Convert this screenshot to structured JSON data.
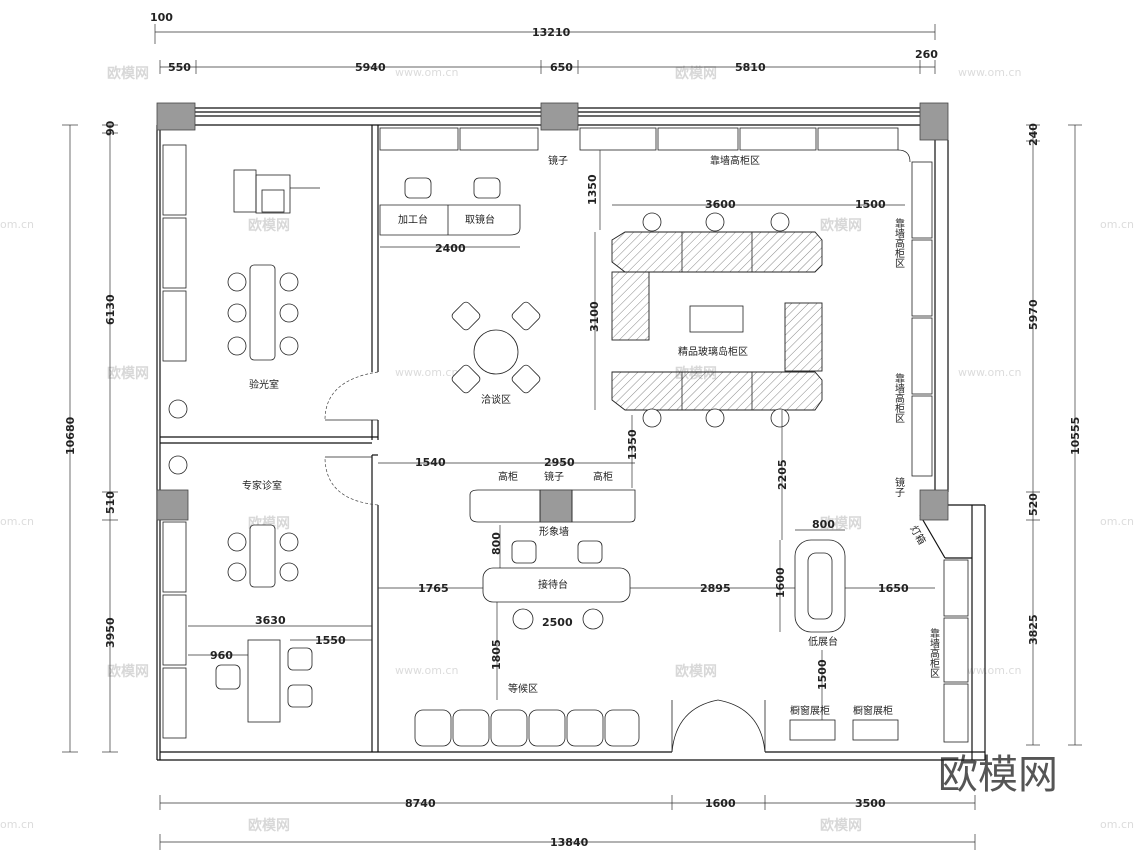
{
  "dimensions": {
    "top_total": "13210",
    "top_small_left": "100",
    "top_segments": [
      "550",
      "5940",
      "650",
      "5810"
    ],
    "top_right_small": "260",
    "bottom_segments": [
      "8740",
      "1600",
      "3500"
    ],
    "bottom_total": "13840",
    "left_total": "10680",
    "left_segments": [
      "90",
      "6130",
      "510",
      "3950"
    ],
    "right_total": "10555",
    "right_segments": [
      "240",
      "5970",
      "520",
      "3825"
    ],
    "inner": {
      "d2400": "2400",
      "d1350a": "1350",
      "d3600": "3600",
      "d1500a": "1500",
      "d3100": "3100",
      "d1540": "1540",
      "d2950": "2950",
      "d1350b": "1350",
      "d2205": "2205",
      "d800a": "800",
      "d800b": "800",
      "d1765": "1765",
      "d2895": "2895",
      "d1600": "1600",
      "d1650": "1650",
      "d2500": "2500",
      "d1805": "1805",
      "d1500b": "1500",
      "d3630": "3630",
      "d960": "960",
      "d1550": "1550"
    }
  },
  "labels": {
    "mirror_top": "镜子",
    "wall_cabinet_top": "靠墙高柜区",
    "processing_table": "加工台",
    "lens_table": "取镜台",
    "island_area": "精品玻璃岛柜区",
    "negotiation_area": "洽谈区",
    "optometry_room": "验光室",
    "expert_room": "专家诊室",
    "tall_cabinet_left": "高柜",
    "mirror_mid": "镜子",
    "tall_cabinet_right": "高柜",
    "image_wall": "形象墙",
    "reception_desk": "接待台",
    "low_display": "低展台",
    "waiting_area": "等候区",
    "window_cabinet_1": "橱窗展柜",
    "window_cabinet_2": "橱窗展柜",
    "wall_cabinet_right1": "靠墙高柜区",
    "wall_cabinet_right2": "靠墙高柜区",
    "mirror_right": "镜子",
    "lightbox": "灯箱",
    "wall_cabinet_right3": "靠墙高柜区"
  },
  "watermark": {
    "brand": "欧模网",
    "url": "www.om.cn",
    "url_short": "om.cn"
  }
}
